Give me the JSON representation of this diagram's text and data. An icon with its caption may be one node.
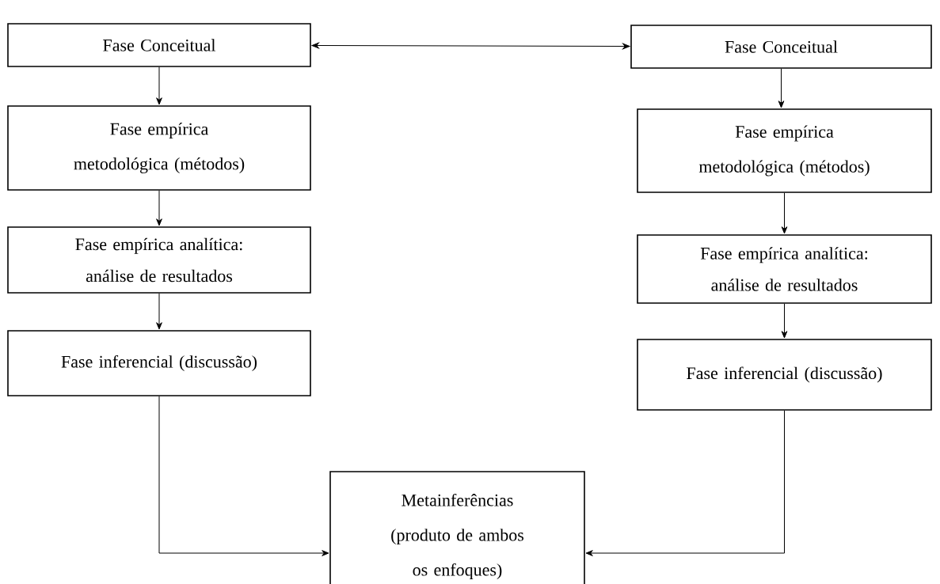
{
  "diagram": {
    "nodes": [
      {
        "text": [
          "Fase Conceitual"
        ]
      },
      {
        "text": [
          "Fase Conceitual"
        ]
      },
      {
        "text": [
          "Fase empírica metodológica (métodos)"
        ]
      },
      {
        "text": [
          "Fase empírica metodológica (métodos)"
        ]
      },
      {
        "text": [
          "Fase empírica analítica: análise de resultados"
        ]
      },
      {
        "text": [
          "Fase empírica analítica: análise de resultados"
        ]
      },
      {
        "text": [
          "Fase inferencial (discussão)"
        ]
      },
      {
        "text": [
          "Fase inferencial (discussão)"
        ]
      },
      {
        "text": [
          "Metainferências (produto de ambos os enfoques)"
        ]
      }
    ],
    "edges": [
      {
        "from": 0,
        "to": 1,
        "arrow": "both"
      },
      {
        "from": 0,
        "to": 2,
        "arrow": "to"
      },
      {
        "from": 2,
        "to": 4,
        "arrow": "to"
      },
      {
        "from": 4,
        "to": 6,
        "arrow": "to"
      },
      {
        "from": 1,
        "to": 3,
        "arrow": "to"
      },
      {
        "from": 3,
        "to": 5,
        "arrow": "to"
      },
      {
        "from": 5,
        "to": 7,
        "arrow": "to"
      },
      {
        "from": 6,
        "to": 8,
        "arrow": "to"
      },
      {
        "from": 7,
        "to": 8,
        "arrow": "to"
      }
    ]
  }
}
